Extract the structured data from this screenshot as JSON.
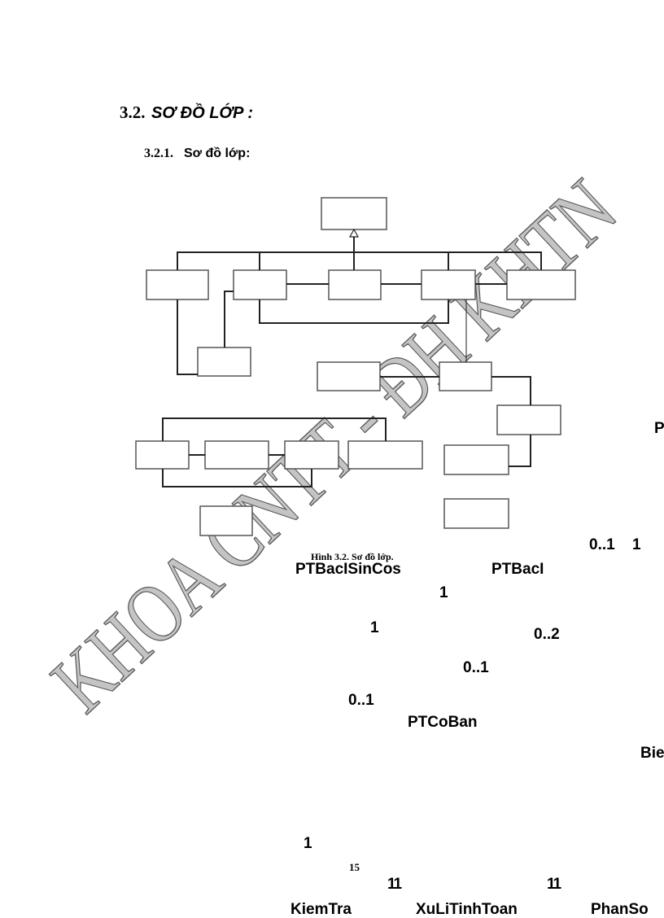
{
  "heading": {
    "number": "3.2.",
    "title": "SƠ ĐỒ LỚP :"
  },
  "subheading": {
    "number": "3.2.1.",
    "title": "Sơ đồ lớp:"
  },
  "figure": {
    "caption": "Hình 3.2. Sơ đồ lớp."
  },
  "watermark": "KHOA CNTT - ĐH KHTN",
  "labels": {
    "p_cut": "P",
    "mult_01_a": "0..1",
    "mult_1_a": "1",
    "pt_bac1_sincos": "PTBacISinCos",
    "pt_bac1": "PTBacI",
    "mult_1_b": "1",
    "mult_1_c": "1",
    "mult_02": "0..2",
    "mult_01_b": "0..1",
    "mult_01_c": "0..1",
    "pt_coban": "PTCoBan",
    "bie_cut": "Bie",
    "mult_1_d": "1",
    "mult_11_a": "11",
    "mult_11_b": "11",
    "kiemtra": "KiemTra",
    "xuli": "XuLiTinhToan",
    "phanso": "PhanSo"
  },
  "page_number": "15"
}
